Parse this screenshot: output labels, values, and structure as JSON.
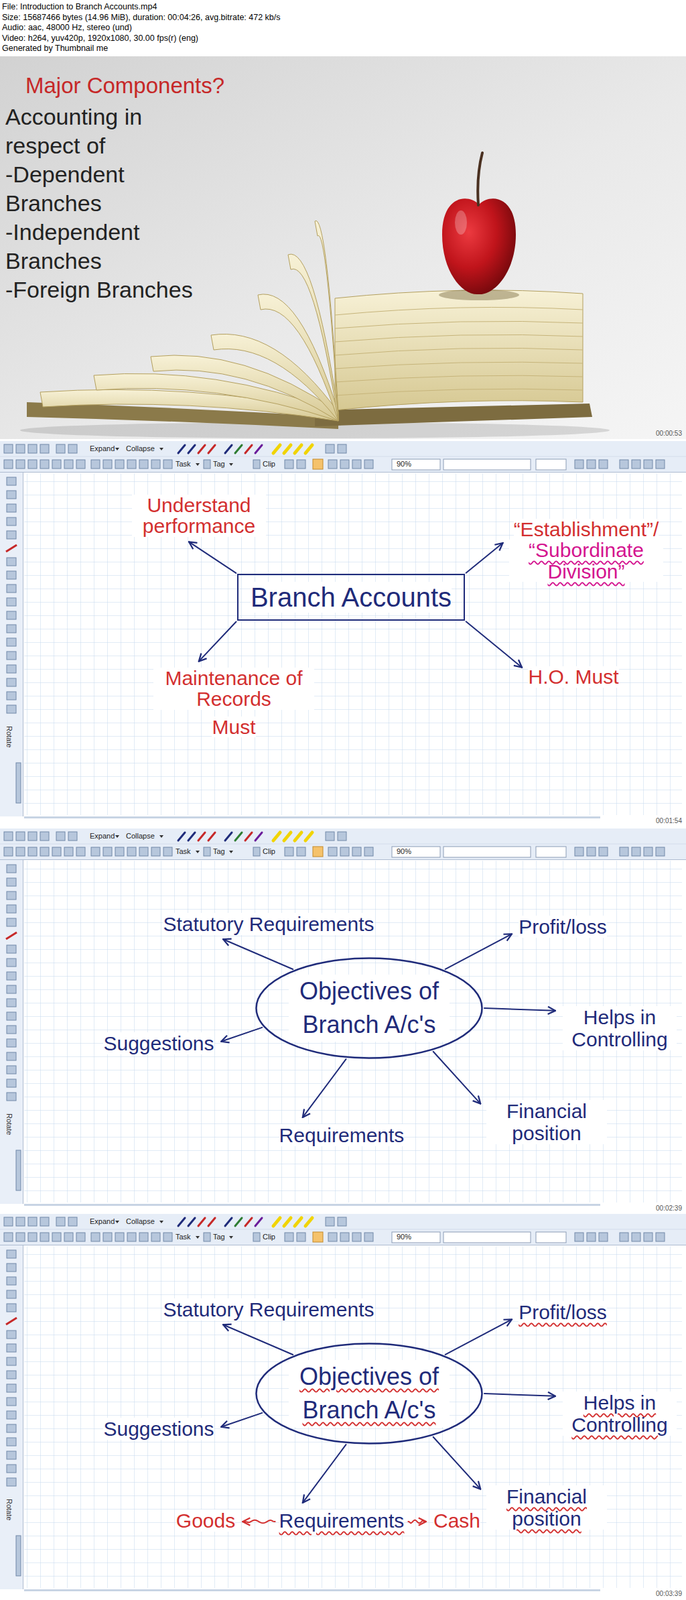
{
  "diagram": {
    "nodes": [
      {
        "text": [
          "Branch Accounts"
        ]
      },
      {
        "text": [
          "Understand performance"
        ]
      },
      {
        "text": [
          "“Establishment”/",
          "“Subordinate Division”"
        ]
      },
      {
        "text": [
          "Maintenance of Records",
          "Must"
        ]
      },
      {
        "text": [
          "H.O. Must"
        ]
      },
      {
        "text": [
          "Objectives of Branch A/c's"
        ]
      },
      {
        "text": [
          "Statutory Requirements"
        ]
      },
      {
        "text": [
          "Profit/loss"
        ]
      },
      {
        "text": [
          "Helps in Controlling"
        ]
      },
      {
        "text": [
          "Financial position"
        ]
      },
      {
        "text": [
          "Requirements"
        ]
      },
      {
        "text": [
          "Suggestions"
        ]
      },
      {
        "text": [
          "Objectives of Branch A/c's"
        ]
      },
      {
        "text": [
          "Statutory Requirements"
        ]
      },
      {
        "text": [
          "Profit/loss"
        ]
      },
      {
        "text": [
          "Helps in Controlling"
        ]
      },
      {
        "text": [
          "Financial position"
        ]
      },
      {
        "text": [
          "Requirements"
        ]
      },
      {
        "text": [
          "Suggestions"
        ]
      },
      {
        "text": [
          "Goods"
        ]
      },
      {
        "text": [
          "Cash"
        ]
      }
    ],
    "edges": [
      {
        "from": 0,
        "to": 1,
        "arrow": "to"
      },
      {
        "from": 0,
        "to": 2,
        "arrow": "to"
      },
      {
        "from": 0,
        "to": 3,
        "arrow": "to"
      },
      {
        "from": 0,
        "to": 4,
        "arrow": "to"
      },
      {
        "from": 5,
        "to": 6,
        "arrow": "to"
      },
      {
        "from": 5,
        "to": 7,
        "arrow": "to"
      },
      {
        "from": 5,
        "to": 8,
        "arrow": "to"
      },
      {
        "from": 5,
        "to": 9,
        "arrow": "to"
      },
      {
        "from": 5,
        "to": 10,
        "arrow": "to"
      },
      {
        "from": 5,
        "to": 11,
        "arrow": "to"
      },
      {
        "from": 12,
        "to": 13,
        "arrow": "to"
      },
      {
        "from": 12,
        "to": 14,
        "arrow": "to"
      },
      {
        "from": 12,
        "to": 15,
        "arrow": "to"
      },
      {
        "from": 12,
        "to": 16,
        "arrow": "to"
      },
      {
        "from": 12,
        "to": 17,
        "arrow": "to"
      },
      {
        "from": 12,
        "to": 18,
        "arrow": "to"
      },
      {
        "from": 17,
        "to": 19,
        "arrow": "to"
      },
      {
        "from": 17,
        "to": 20,
        "arrow": "to"
      }
    ],
    "labels": [
      "File: Introduction to Branch Accounts.mp4",
      "Size: 15687466 bytes (14.96 MiB), duration: 00:04:26, avg.bitrate: 472 kb/s",
      "Audio: aac, 48000 Hz, stereo (und)",
      "Video: h264, yuv420p, 1920x1080, 30.00 fps(r) (eng)",
      "Generated by Thumbnail me",
      "Major Components?",
      "Accounting in respect of",
      "-Dependent Branches",
      "-Independent Branches",
      "-Foreign Branches",
      "00:00:53",
      "Expand",
      "Collapse",
      "Task",
      "Tag",
      "Clip",
      "90%",
      "Rotate",
      "00:01:54",
      "Expand",
      "Collapse",
      "Task",
      "Tag",
      "Clip",
      "90%",
      "Rotate",
      "00:02:39",
      "Expand",
      "Collapse",
      "Task",
      "Tag",
      "Clip",
      "90%",
      "Rotate",
      "00:03:39"
    ]
  }
}
